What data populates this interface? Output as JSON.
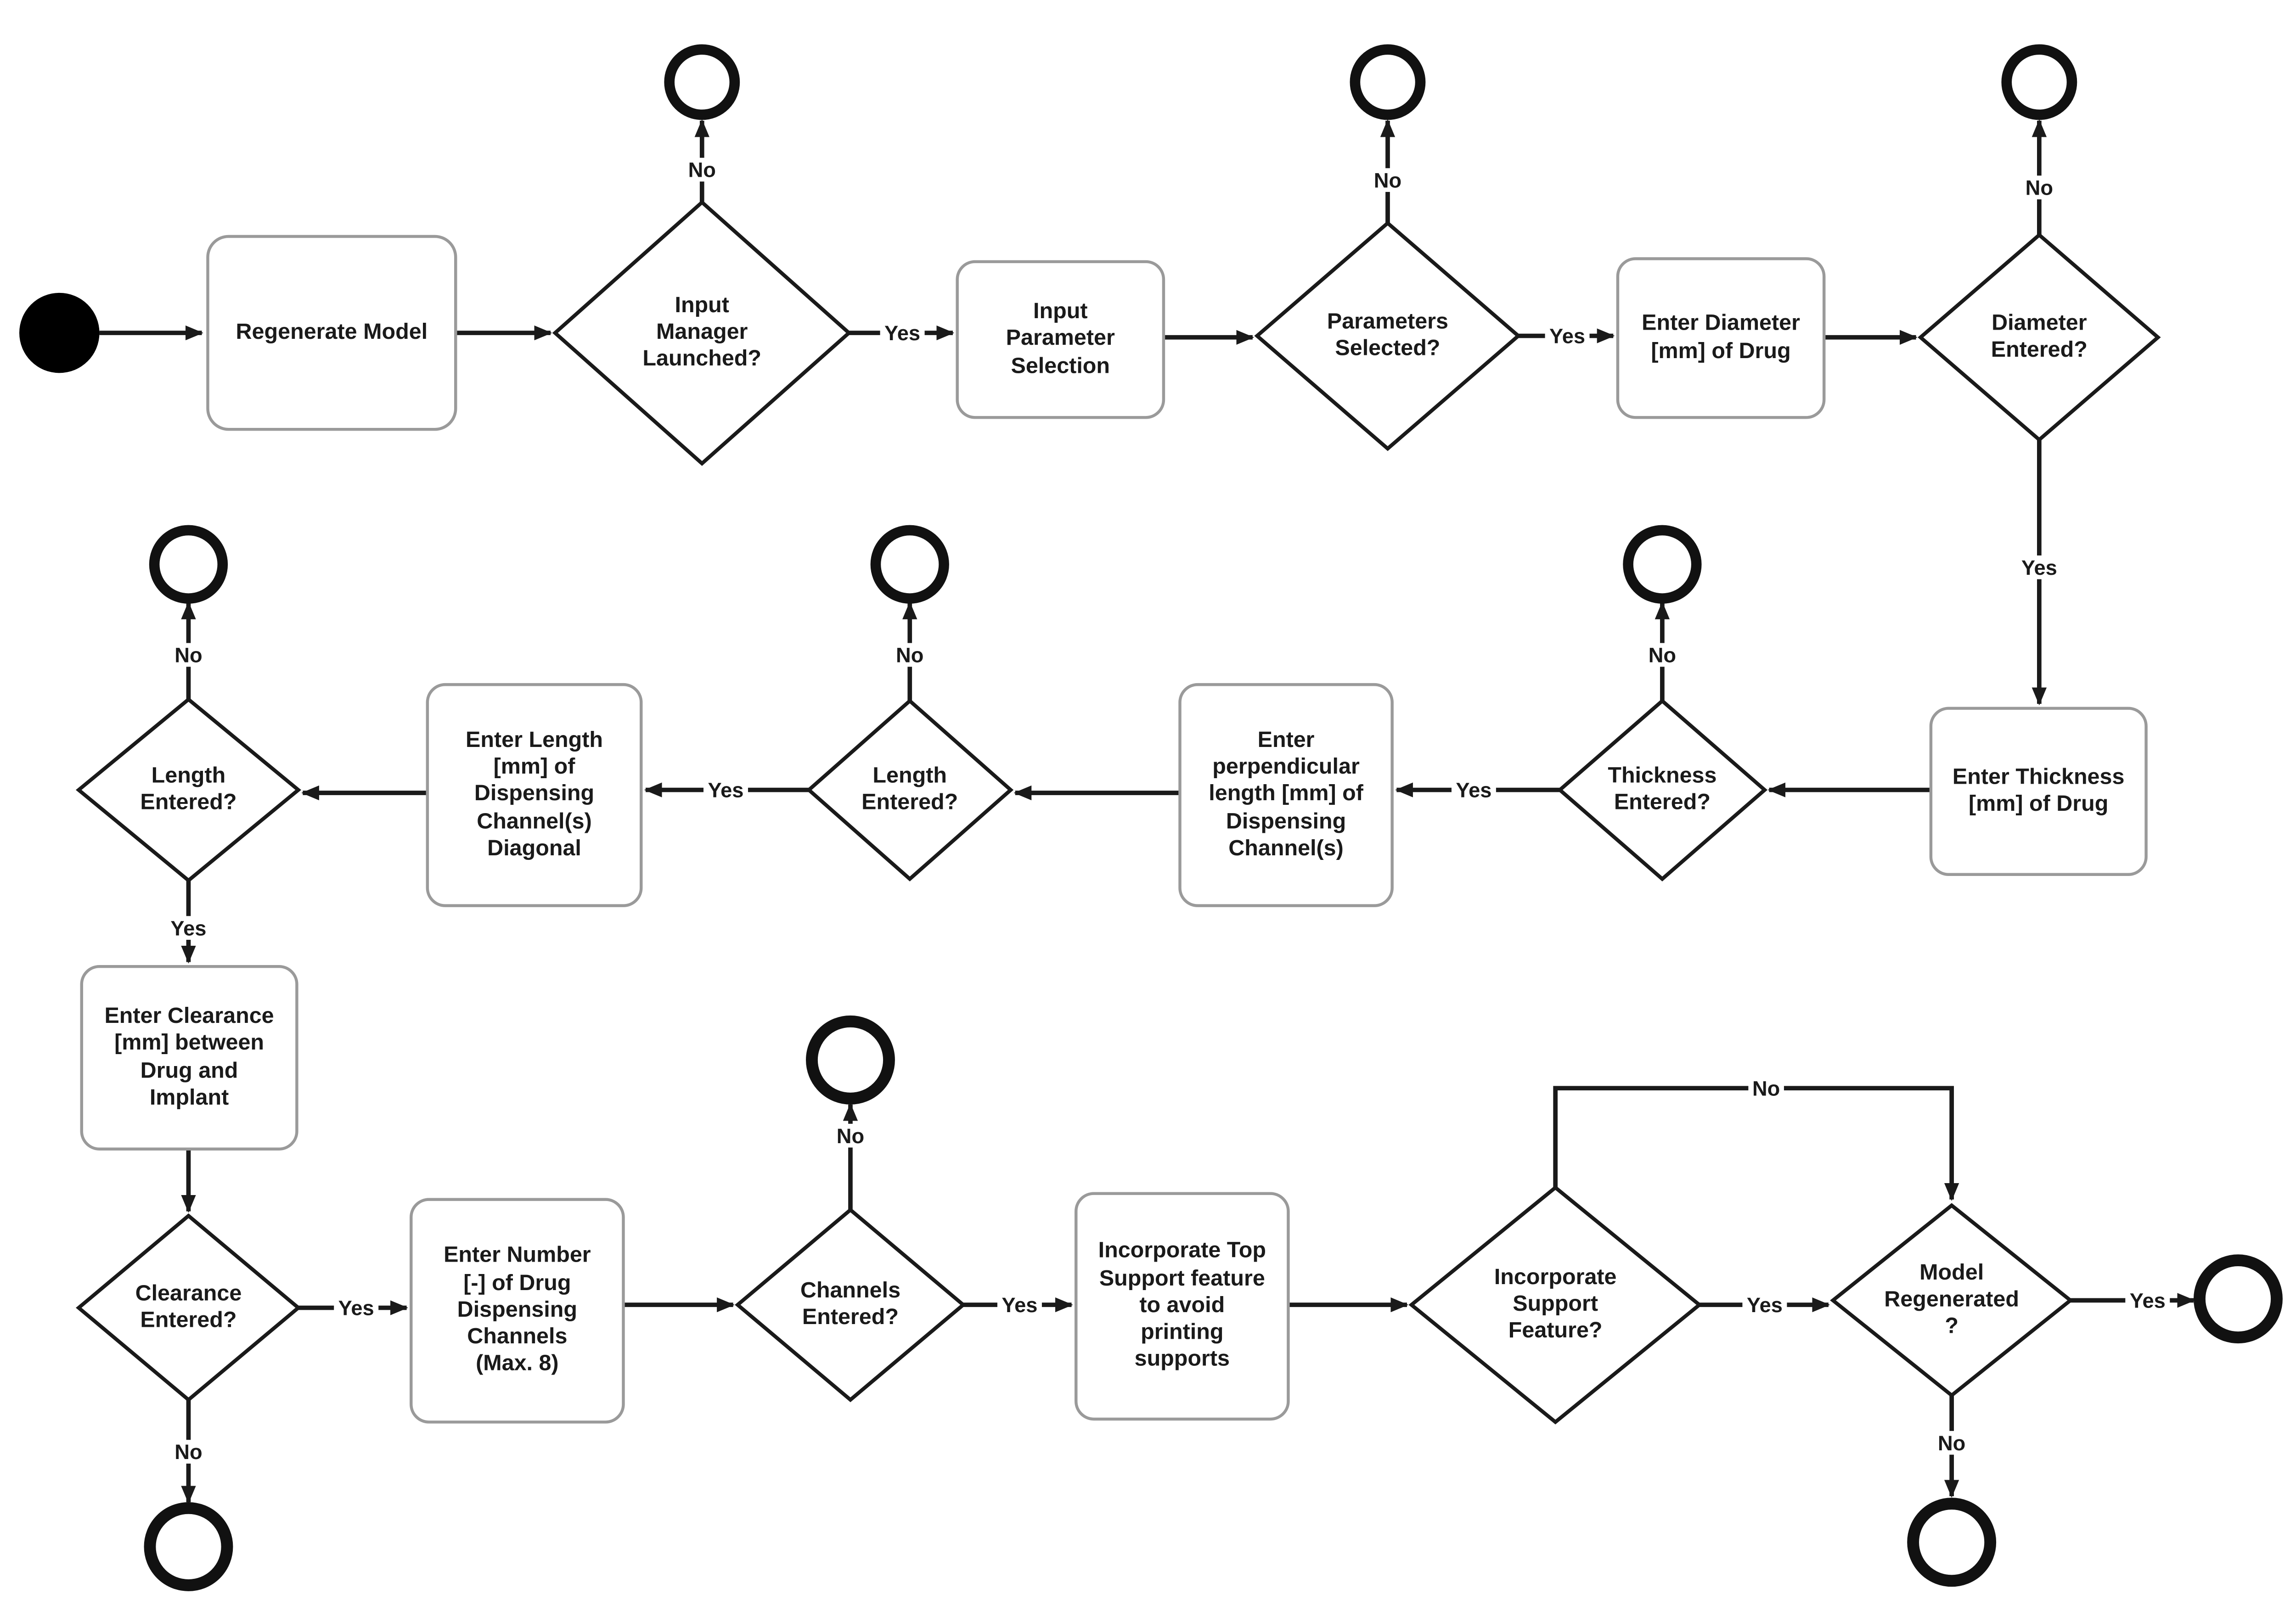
{
  "flowchart": {
    "activities": [
      {
        "label": "Regenerate Model"
      },
      {
        "label": "Input\nParameter\nSelection"
      },
      {
        "label": "Enter Diameter\n[mm] of Drug"
      },
      {
        "label": "Enter Thickness\n[mm] of Drug"
      },
      {
        "label": "Enter\nperpendicular\nlength [mm] of\nDispensing\nChannel(s)"
      },
      {
        "label": "Enter Length\n[mm] of\nDispensing\nChannel(s)\nDiagonal"
      },
      {
        "label": "Enter Clearance\n[mm] between\nDrug and\nImplant"
      },
      {
        "label": "Enter Number\n[-] of Drug\nDispensing\nChannels\n(Max. 8)"
      },
      {
        "label": "Incorporate Top\nSupport feature\nto avoid\nprinting\nsupports"
      }
    ],
    "decisions": [
      {
        "label": "Input\nManager\nLaunched?"
      },
      {
        "label": "Parameters\nSelected?"
      },
      {
        "label": "Diameter\nEntered?"
      },
      {
        "label": "Thickness\nEntered?"
      },
      {
        "label": "Length\nEntered?"
      },
      {
        "label": "Length\nEntered?"
      },
      {
        "label": "Clearance\nEntered?"
      },
      {
        "label": "Channels\nEntered?"
      },
      {
        "label": "Incorporate\nSupport\nFeature?"
      },
      {
        "label": "Model\nRegenerated\n?"
      }
    ],
    "edge_labels": {
      "yes": "Yes",
      "no": "No"
    },
    "colors": {
      "line": "#1a1a1a",
      "box_border": "#9a9a9a",
      "background": "#ffffff"
    }
  }
}
